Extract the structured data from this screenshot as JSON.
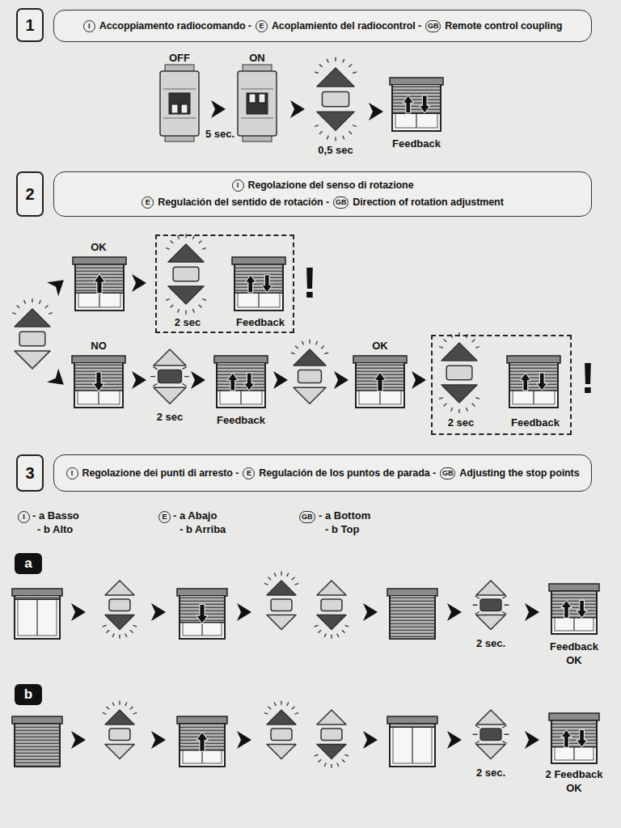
{
  "diagram": {
    "nodes": [
      {
        "text": [
          "1"
        ]
      },
      {
        "text": [
          "I",
          "Accoppiamento radiocomando -",
          "E",
          "Acoplamiento del radiocontrol -",
          "GB",
          "Remote control coupling"
        ]
      },
      {
        "text": [
          "2"
        ]
      },
      {
        "text": [
          "I",
          "Regolazione del senso di rotazione",
          "E",
          "Regulación del sentido de rotación -",
          "GB",
          "Direction of rotation adjustment"
        ]
      },
      {
        "text": [
          "2 sec",
          "Feedback"
        ]
      },
      {
        "text": [
          "2 sec",
          "Feedback"
        ]
      },
      {
        "text": [
          "3"
        ]
      },
      {
        "text": [
          "I",
          "Regolazione dei punti di arresto -",
          "E",
          "Regulación de los puntos de parada -",
          "GB",
          "Adjusting the stop points"
        ]
      },
      {
        "text": [
          "a"
        ]
      },
      {
        "text": [
          "b"
        ]
      }
    ],
    "labels": [
      "OFF",
      "ON",
      "5 sec.",
      "0,5 sec",
      "Feedback",
      "OK",
      "!",
      "NO",
      "2 sec",
      "Feedback",
      "OK",
      "!",
      "I",
      "- a Basso",
      "- b Alto",
      "E",
      "- a Abajo",
      "- b Arriba",
      "GB",
      "- a Bottom",
      "- b Top",
      "2 sec.",
      "Feedback",
      "OK",
      "2 sec.",
      "2 Feedback",
      "OK"
    ]
  }
}
